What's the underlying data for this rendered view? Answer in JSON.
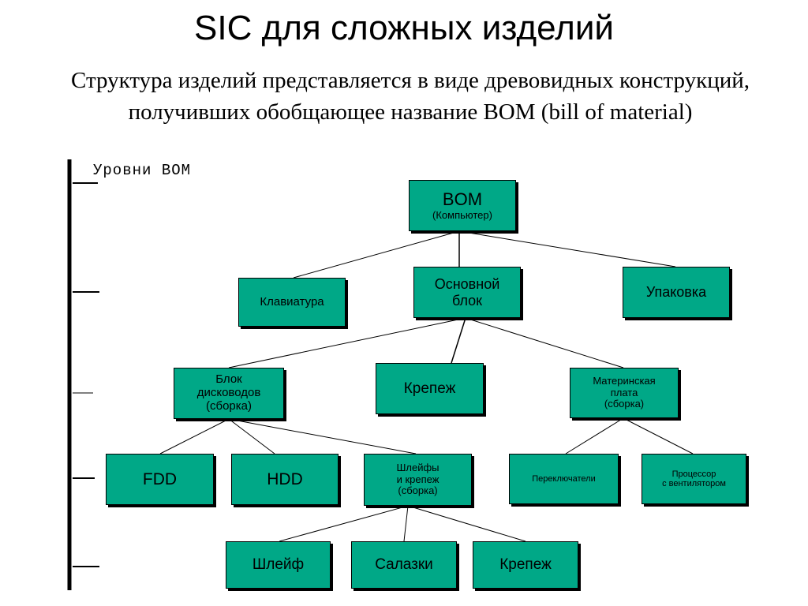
{
  "header": {
    "title": "SIC для сложных изделий",
    "subtitle": "Структура изделий представляется в виде древовидных конструкций, получивших обобщающее название BOM (bill of material)"
  },
  "levels_axis": {
    "label": "Уровни BOM"
  },
  "colors": {
    "node_fill": "#00a887",
    "border": "#000000",
    "background": "#ffffff"
  },
  "nodes": {
    "bom": {
      "line1": "BOM",
      "line2": "(Компьютер)"
    },
    "keyboard": {
      "line1": "Клавиатура"
    },
    "main_unit": {
      "line1": "Основной",
      "line2": "блок"
    },
    "packaging": {
      "line1": "Упаковка"
    },
    "drive_block": {
      "line1": "Блок",
      "line2": "дисководов",
      "line3": "(сборка)"
    },
    "fasteners_mid": {
      "line1": "Крепеж"
    },
    "motherboard": {
      "line1": "Материнская",
      "line2": "плата",
      "line3": "(сборка)"
    },
    "fdd": {
      "line1": "FDD"
    },
    "hdd": {
      "line1": "HDD"
    },
    "cables_assembly": {
      "line1": "Шлейфы",
      "line2": "и крепеж",
      "line3": "(сборка)"
    },
    "switches": {
      "line1": "Переключатели"
    },
    "processor": {
      "line1": "Процессор",
      "line2": "с вентилятором"
    },
    "cable": {
      "line1": "Шлейф"
    },
    "rails": {
      "line1": "Салазки"
    },
    "fasteners_low": {
      "line1": "Крепеж"
    }
  }
}
